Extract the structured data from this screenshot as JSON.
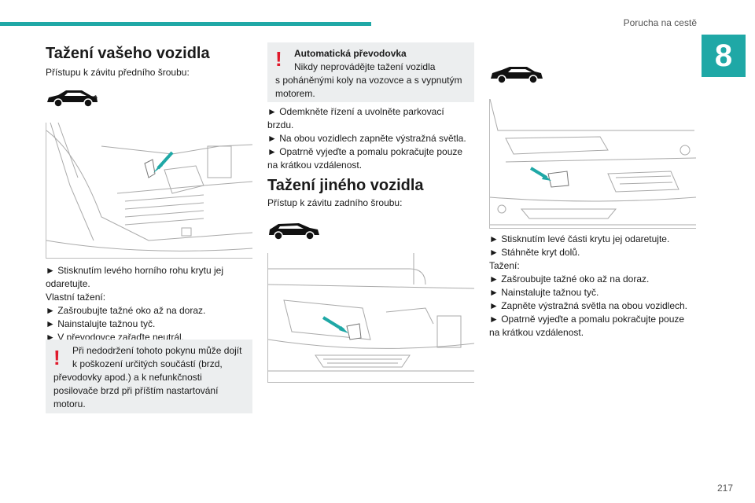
{
  "header": {
    "section_title": "Porucha na cestě",
    "chapter_number": "8"
  },
  "col1": {
    "heading": "Tažení vašeho vozidla",
    "intro": "Přístupu k závitu předního šroubu:",
    "steps": [
      "► Stisknutím levého horního rohu krytu jej",
      "odaretujte.",
      "Vlastní tažení:",
      "► Zašroubujte tažné oko až na doraz.",
      "► Nainstalujte tažnou tyč.",
      "► V převodovce zařaďte neutrál."
    ],
    "warning": [
      "Při nedodržení tohoto pokynu může dojít",
      "k poškození určitých součástí (brzd,",
      "převodovky apod.) a k nefunkčnosti",
      "posilovače brzd při příštím nastartování",
      "motoru."
    ]
  },
  "col2": {
    "warning_title": "Automatická převodovka",
    "warning": [
      "Nikdy neprovádějte tažení vozidla",
      "s poháněnými koly na vozovce a s vypnutým",
      "motorem."
    ],
    "steps": [
      "► Odemkněte řízení a uvolněte parkovací",
      "brzdu.",
      "► Na obou vozidlech zapněte výstražná světla.",
      "► Opatrně vyjeďte a pomalu pokračujte pouze",
      "na krátkou vzdálenost."
    ],
    "heading": "Tažení jiného vozidla",
    "intro": "Přístup k závitu zadního šroubu:"
  },
  "col3": {
    "steps": [
      "► Stisknutím levé části krytu jej odaretujte.",
      "► Stáhněte kryt dolů.",
      "Tažení:",
      "► Zašroubujte tažné oko až na doraz.",
      "► Nainstalujte tažnou tyč.",
      "► Zapněte výstražná světla na obou vozidlech.",
      "► Opatrně vyjeďte a pomalu pokračujte pouze",
      "na krátkou vzdálenost."
    ]
  },
  "footer": {
    "page_number": "217"
  },
  "colors": {
    "accent": "#1fa8a6",
    "warning_red": "#e0192b",
    "box_bg": "#eceeef"
  }
}
